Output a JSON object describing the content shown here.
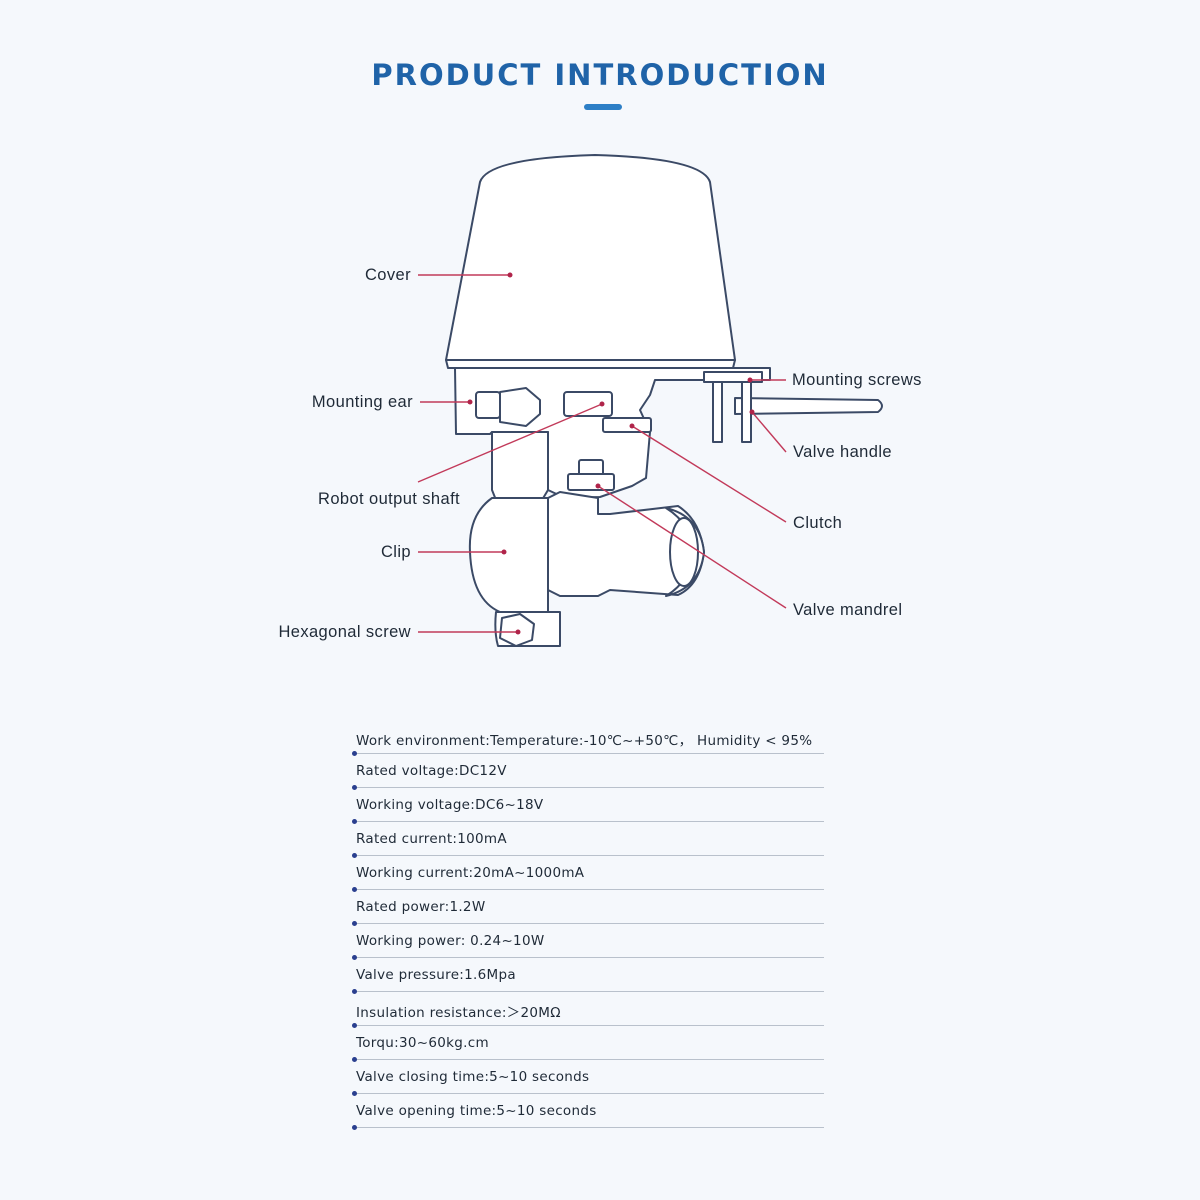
{
  "header": {
    "title": "PRODUCT INTRODUCTION"
  },
  "colors": {
    "title": "#1f63a8",
    "title_bar": "#2d7fc6",
    "outline": "#3b4a66",
    "leader": "#c23a5a",
    "leader_dot": "#b0244a",
    "spec_dot": "#2a3f8f"
  },
  "callouts": {
    "cover": "Cover",
    "mounting_ear": "Mounting ear",
    "robot_output_shaft": "Robot output shaft",
    "clip": "Clip",
    "hexagonal_screw": "Hexagonal screw",
    "mounting_screws": "Mounting screws",
    "valve_handle": "Valve handle",
    "clutch": "Clutch",
    "valve_mandrel": "Valve mandrel"
  },
  "specs": [
    "Work environment:Temperature:-10℃~+50℃， Humidity < 95%",
    "Rated voltage:DC12V",
    "Working voltage:DC6~18V",
    "Rated current:100mA",
    "Working current:20mA~1000mA",
    "Rated power:1.2W",
    "Working power: 0.24~10W",
    "Valve pressure:1.6Mpa",
    "Insulation resistance:＞20MΩ",
    "Torqu:30~60kg.cm",
    "Valve closing time:5~10 seconds",
    "Valve opening time:5~10 seconds"
  ]
}
